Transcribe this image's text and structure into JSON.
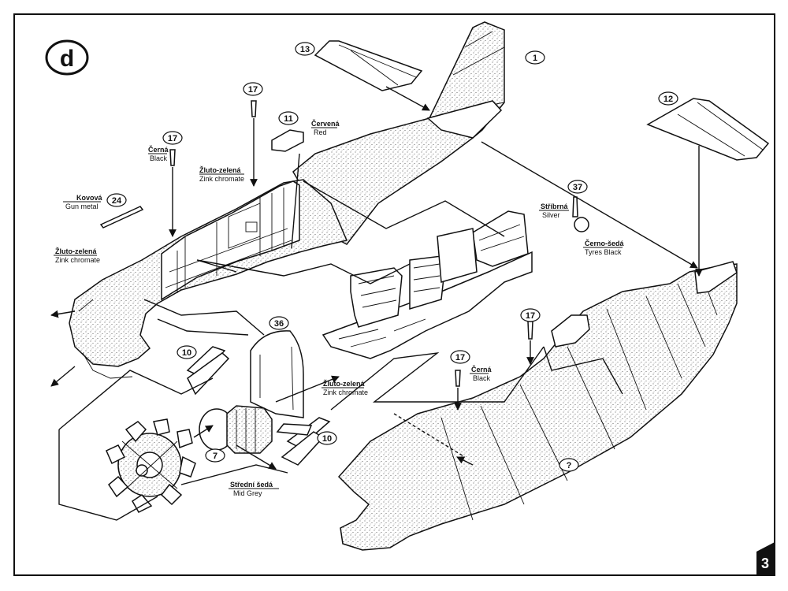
{
  "step": {
    "letter": "d"
  },
  "page": {
    "number": "3"
  },
  "callouts": [
    "13",
    "1",
    "12",
    "17",
    "11",
    "17",
    "24",
    "37",
    "36",
    "10",
    "7",
    "10",
    "17",
    "17",
    "?"
  ],
  "paint_labels": {
    "cervena_red": {
      "cz": "Červená",
      "en": "Red"
    },
    "cerna_black_top": {
      "cz": "Černá",
      "en": "Black"
    },
    "zluto_zelena_top": {
      "cz": "Žluto-zelená",
      "en": "Zink chromate"
    },
    "kovova": {
      "cz": "Kovová",
      "en": "Gun metal"
    },
    "zluto_zelena_left": {
      "cz": "Žluto-zelená",
      "en": "Zink chromate"
    },
    "stribrna": {
      "cz": "Stříbrná",
      "en": "Silver"
    },
    "cerno_seda": {
      "cz": "Černo-šedá",
      "en": "Tyres Black"
    },
    "zluto_zelena_mid": {
      "cz": "Žluto-zelená",
      "en": "Zink chromate"
    },
    "stredni_seda": {
      "cz": "Střední šedá",
      "en": "Mid Grey"
    },
    "cerna_black_right": {
      "cz": "Černá",
      "en": "Black"
    }
  }
}
